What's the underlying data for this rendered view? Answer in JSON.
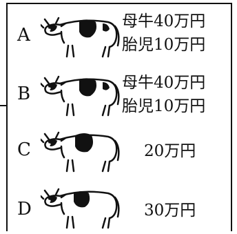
{
  "rows": [
    {
      "label": "A",
      "lines": [
        "母牛40万円",
        "胎児10万円"
      ]
    },
    {
      "label": "B",
      "lines": [
        "母牛40万円",
        "胎児10万円"
      ]
    },
    {
      "label": "C",
      "lines": [
        "20万円"
      ]
    },
    {
      "label": "D",
      "lines": [
        "30万円"
      ]
    }
  ],
  "colors": {
    "ink": "#111111",
    "background": "#ffffff"
  },
  "icons": [
    "cow-icon"
  ]
}
